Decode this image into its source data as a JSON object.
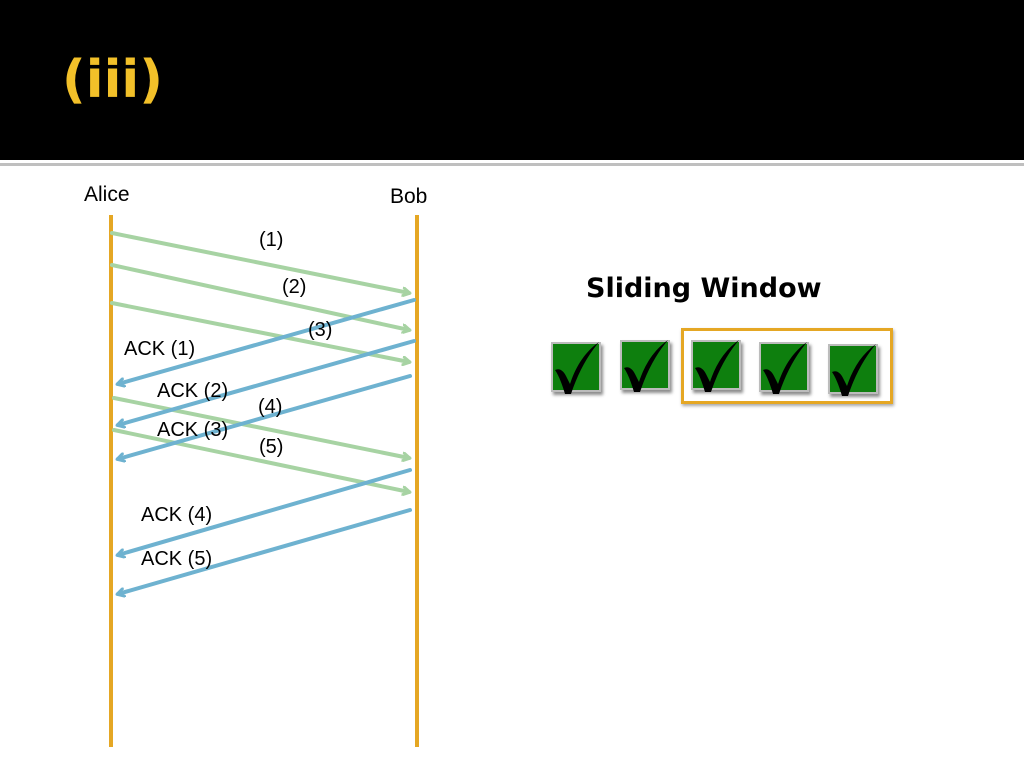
{
  "slide": {
    "title": "(iii)"
  },
  "actors": {
    "sender": "Alice",
    "receiver": "Bob"
  },
  "messages": {
    "data": [
      {
        "label": "(1)"
      },
      {
        "label": "(2)"
      },
      {
        "label": "(3)"
      },
      {
        "label": "(4)"
      },
      {
        "label": "(5)"
      }
    ],
    "acks": [
      {
        "label": "ACK (1)"
      },
      {
        "label": "ACK (2)"
      },
      {
        "label": "ACK (3)"
      },
      {
        "label": "ACK (4)"
      },
      {
        "label": "ACK (5)"
      }
    ]
  },
  "sliding_window": {
    "title": "Sliding Window",
    "packets": [
      {
        "status": "acknowledged",
        "icon": "checkmark-icon"
      },
      {
        "status": "acknowledged",
        "icon": "checkmark-icon"
      },
      {
        "status": "acknowledged",
        "icon": "checkmark-icon"
      },
      {
        "status": "acknowledged",
        "icon": "checkmark-icon"
      },
      {
        "status": "acknowledged",
        "icon": "checkmark-icon"
      }
    ],
    "window_start": 3,
    "window_size": 3
  },
  "colors": {
    "title": "#f2c029",
    "lifeline": "#e5a724",
    "data_arrow": "#a7d3a3",
    "ack_arrow": "#6eb2d0",
    "packet_fill": "#0e7f0e",
    "window_frame": "#e5a724"
  }
}
